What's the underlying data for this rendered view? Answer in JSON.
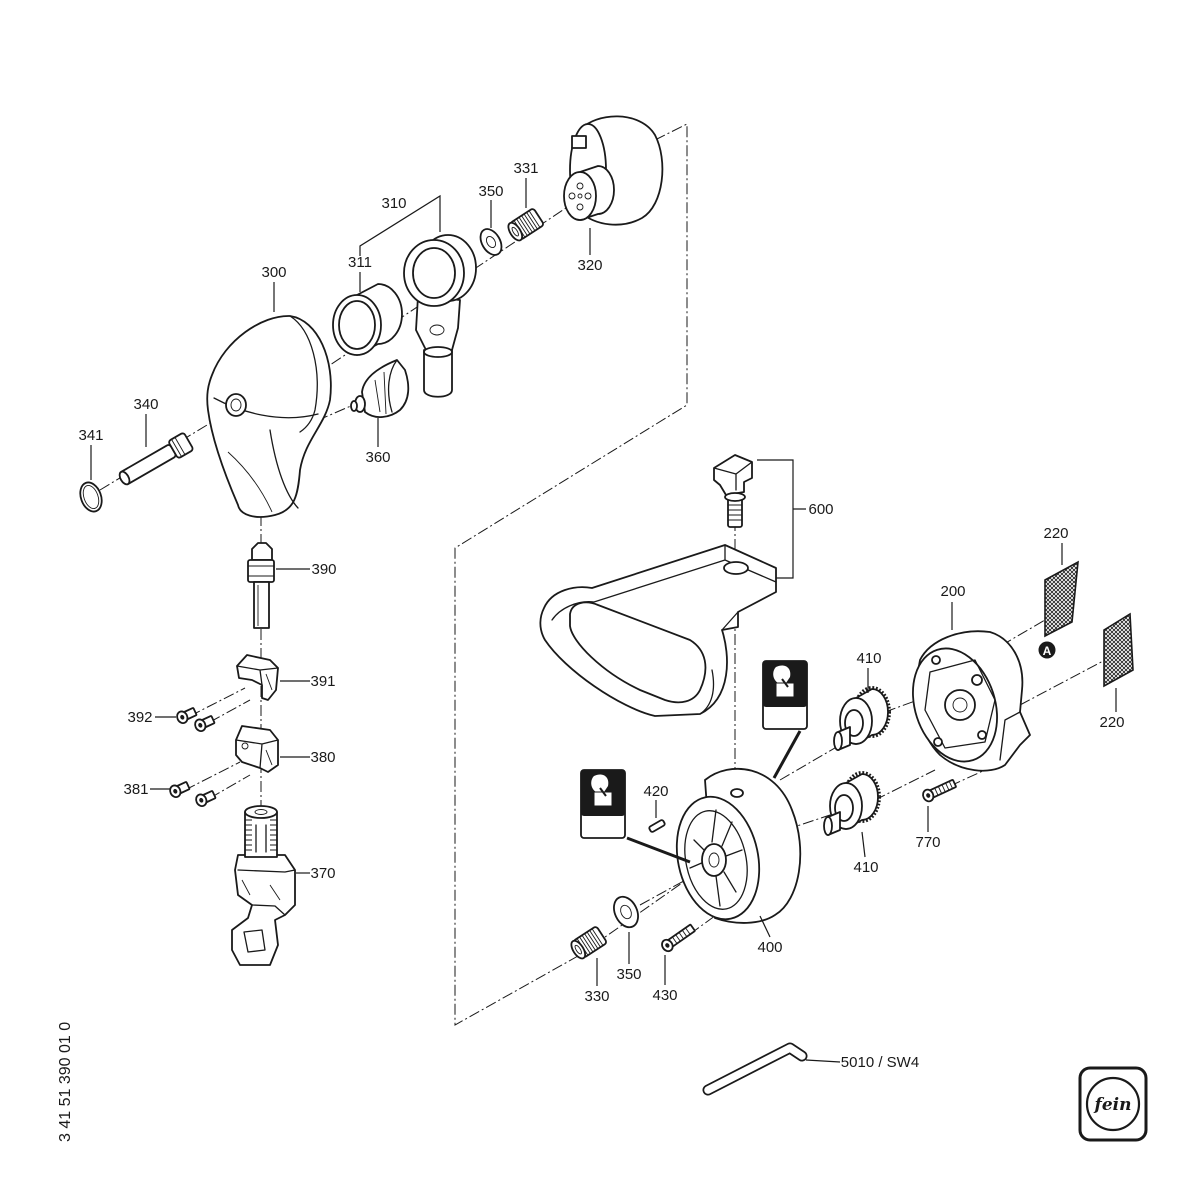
{
  "part_labels": {
    "p300": "300",
    "p310": "310",
    "p311": "311",
    "p350_top": "350",
    "p331": "331",
    "p320": "320",
    "p340": "340",
    "p341": "341",
    "p360": "360",
    "p390": "390",
    "p391": "391",
    "p392": "392",
    "p380": "380",
    "p381": "381",
    "p370": "370",
    "p600": "600",
    "p220_top": "220",
    "p200": "200",
    "p410_top": "410",
    "p220_bottom": "220",
    "p420": "420",
    "p770": "770",
    "p410_bottom": "410",
    "p400": "400",
    "p350_bottom": "350",
    "p330": "330",
    "p430": "430",
    "p5010": "5010 / SW4"
  },
  "callout_a": "A",
  "drawing_number": "3 41 51 390 01 0",
  "logo_text": "fein",
  "icons": {
    "lubrication": "grease-icon",
    "tool": "allen-key-icon"
  },
  "colors": {
    "line": "#1a1a1a",
    "background": "#ffffff"
  }
}
